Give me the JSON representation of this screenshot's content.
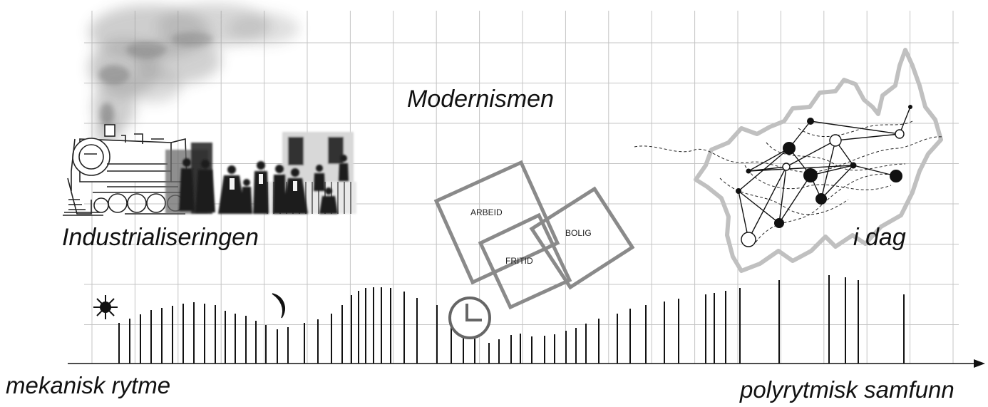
{
  "eras": {
    "industrial": "Industrialiseringen",
    "modernism": "Modernismen",
    "today": "i dag"
  },
  "zones": {
    "work": "ARBEID",
    "home": "BOLIG",
    "leisure": "FRITID"
  },
  "axis": {
    "start_label": "mekanisk rytme",
    "end_label": "polyrytmisk samfunn"
  },
  "icons": [
    "sun-icon",
    "moon-icon",
    "clock-icon",
    "locomotive-illustration",
    "smoke-illustration",
    "people-photo-illustration",
    "network-map-illustration"
  ],
  "colors": {
    "grid": "#c4c4c4",
    "ink": "#111111",
    "zone_outline": "#8a8a8a",
    "map_outline": "#bdbdbd"
  }
}
